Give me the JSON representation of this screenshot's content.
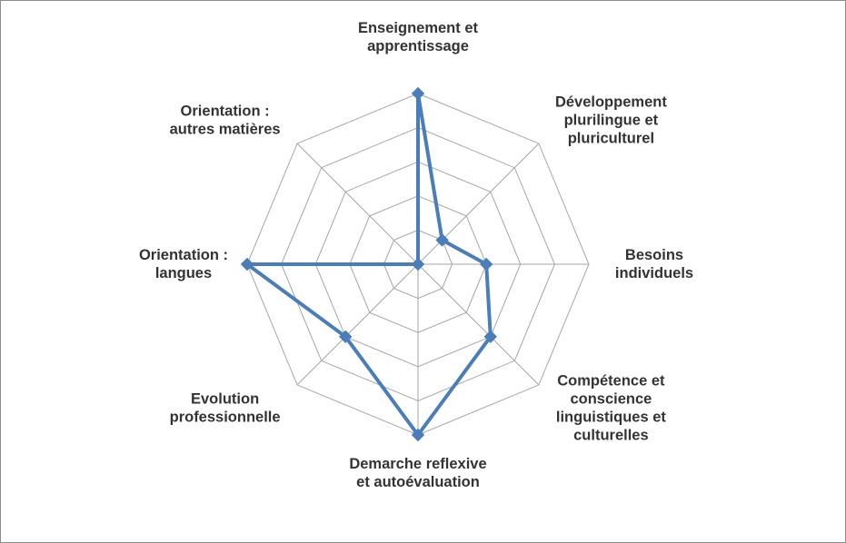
{
  "chart_data": {
    "type": "radar",
    "categories": [
      "Enseignement et apprentissage",
      "Développement plurilingue et pluriculturel",
      "Besoins individuels",
      "Compétence et conscience linguistiques et culturelles",
      "Demarche reflexive et autoévaluation",
      "Evolution professionnelle",
      "Orientation : langues",
      "Orientation : autres matières"
    ],
    "category_lines": [
      [
        "Enseignement et",
        "apprentissage"
      ],
      [
        "Développement",
        "plurilingue et",
        "pluriculturel"
      ],
      [
        "Besoins",
        "individuels"
      ],
      [
        "Compétence et",
        "conscience",
        "linguistiques et",
        "culturelles"
      ],
      [
        "Demarche reflexive",
        "et autoévaluation"
      ],
      [
        "Evolution",
        "professionnelle"
      ],
      [
        "Orientation :",
        "langues"
      ],
      [
        "Orientation :",
        "autres matières"
      ]
    ],
    "series": [
      {
        "values": [
          5,
          1,
          2,
          3,
          5,
          3,
          5,
          0
        ]
      }
    ],
    "rlim": [
      0,
      5
    ],
    "rings": 5,
    "grid": true,
    "legend": "none",
    "colors": {
      "series": "#4a7ebb",
      "grid": "#a6a6a6",
      "text": "#333333"
    }
  }
}
